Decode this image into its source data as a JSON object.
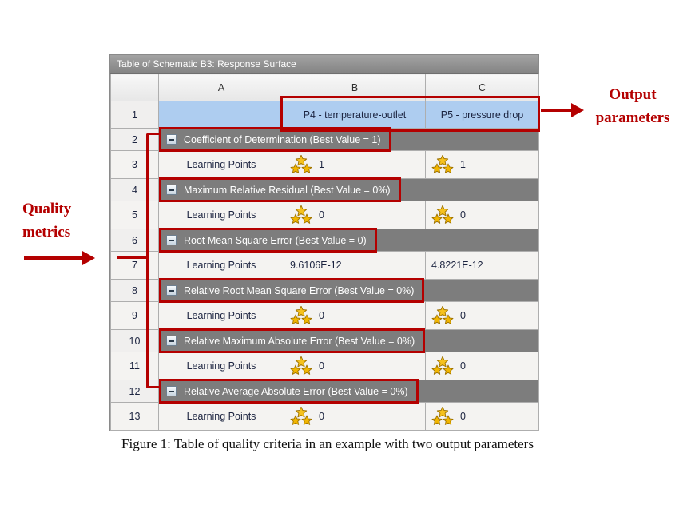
{
  "window": {
    "title": "Table of Schematic B3: Response Surface"
  },
  "table": {
    "columns": [
      "A",
      "B",
      "C"
    ],
    "rows": [
      {
        "num": "1",
        "type": "param-header",
        "a": "",
        "b": "P4 - temperature-outlet",
        "c": "P5 - pressure drop"
      },
      {
        "num": "2",
        "type": "section",
        "label": "Coefficient of Determination (Best Value = 1)"
      },
      {
        "num": "3",
        "type": "data",
        "a": "Learning Points",
        "b": "1",
        "c": "1",
        "stars": true
      },
      {
        "num": "4",
        "type": "section",
        "label": "Maximum Relative Residual (Best Value = 0%)"
      },
      {
        "num": "5",
        "type": "data",
        "a": "Learning Points",
        "b": "0",
        "c": "0",
        "stars": true
      },
      {
        "num": "6",
        "type": "section",
        "label": "Root Mean Square Error (Best Value = 0)"
      },
      {
        "num": "7",
        "type": "data",
        "a": "Learning Points",
        "b": "9.6106E-12",
        "c": "4.8221E-12",
        "stars": false
      },
      {
        "num": "8",
        "type": "section",
        "label": "Relative Root Mean Square Error (Best Value = 0%)"
      },
      {
        "num": "9",
        "type": "data",
        "a": "Learning Points",
        "b": "0",
        "c": "0",
        "stars": true
      },
      {
        "num": "10",
        "type": "section",
        "label": "Relative Maximum Absolute Error (Best Value = 0%)"
      },
      {
        "num": "11",
        "type": "data",
        "a": "Learning Points",
        "b": "0",
        "c": "0",
        "stars": true
      },
      {
        "num": "12",
        "type": "section",
        "label": "Relative Average Absolute Error (Best Value = 0%)"
      },
      {
        "num": "13",
        "type": "data",
        "a": "Learning Points",
        "b": "0",
        "c": "0",
        "stars": true
      }
    ]
  },
  "annotations": {
    "output_label": "Output parameters",
    "quality_label": "Quality metrics",
    "accent_color": "#b40000"
  },
  "icons": {
    "collapse_icon": "minus-box-icon",
    "rating_icon": "three-stars-icon"
  },
  "colors": {
    "accent_red": "#b40000",
    "star_gold": "#f2b600",
    "param_row_blue": "#aecdf0",
    "section_gray": "#7d7d7d",
    "title_bar_gray": "#8a8a8a"
  },
  "caption": "Figure 1: Table of quality criteria in an example with two output parameters"
}
